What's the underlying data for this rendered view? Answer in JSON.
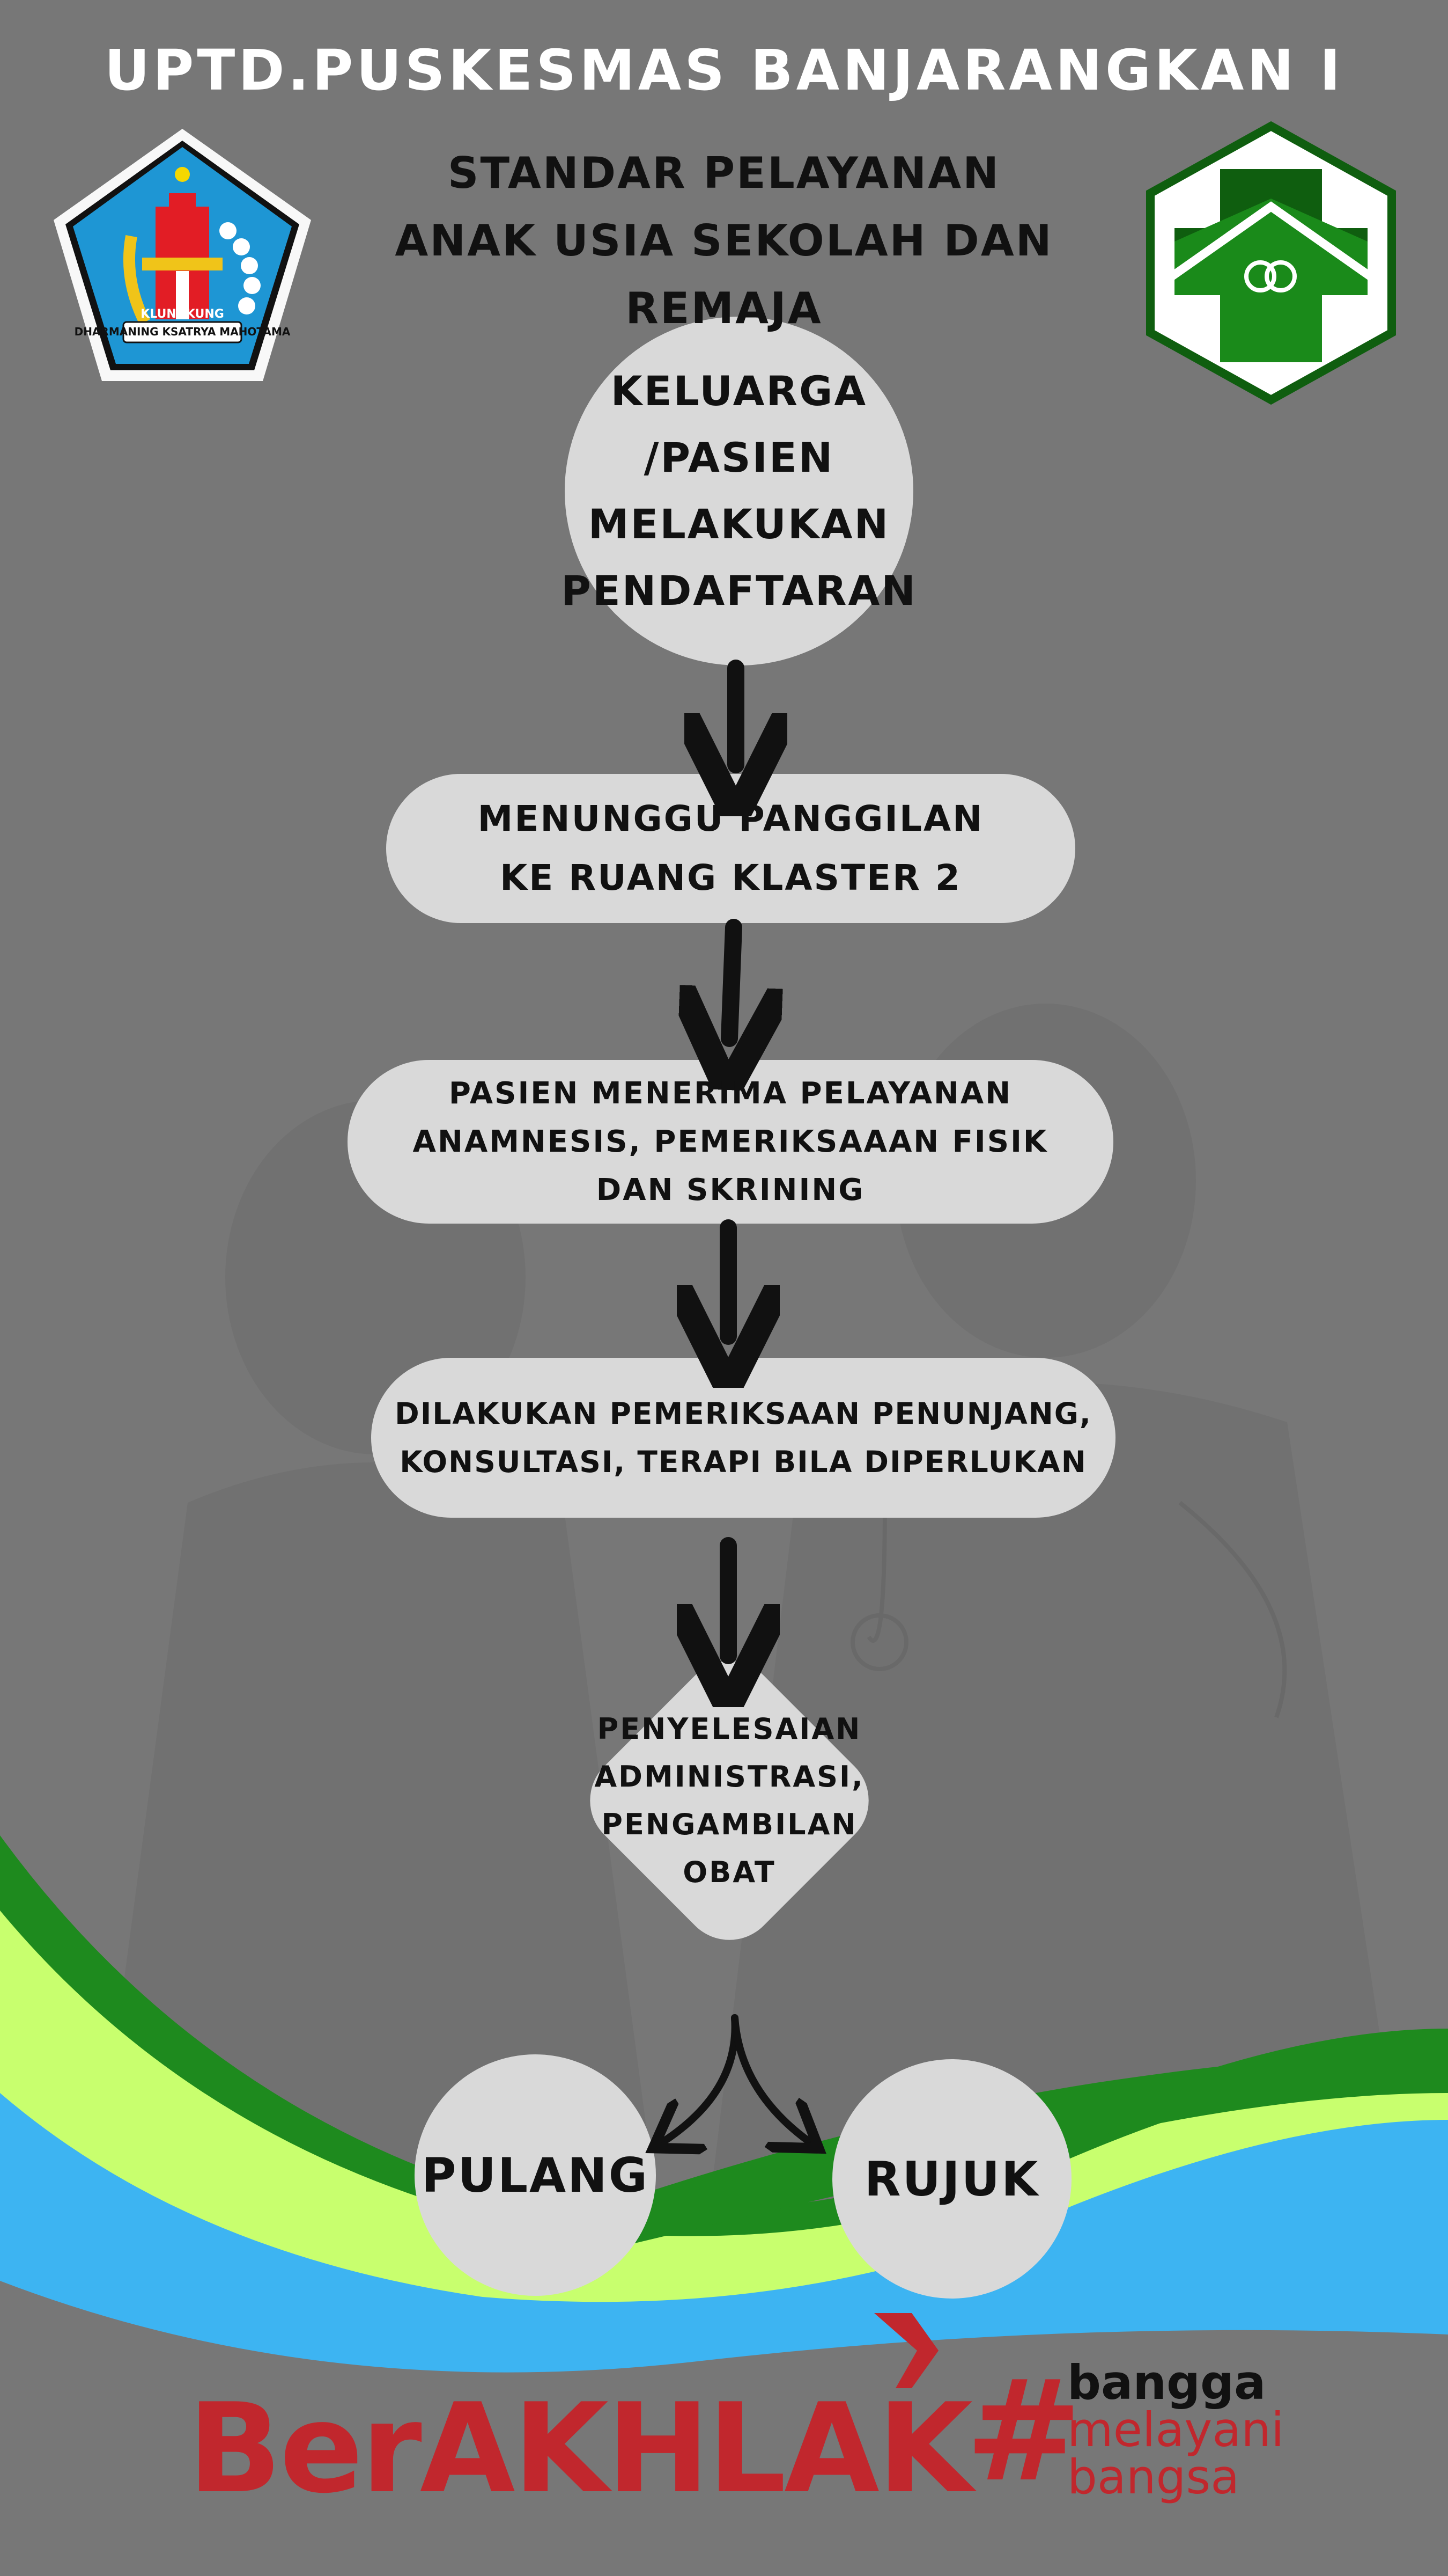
{
  "header": {
    "title": "UPTD.PUSKESMAS BANJARANGKAN I",
    "subtitle_line1": "STANDAR PELAYANAN",
    "subtitle_line2": "ANAK USIA SEKOLAH DAN REMAJA"
  },
  "logos": {
    "left_emblem_text": "KLUNGKUNG",
    "left_emblem_motto": "DHARMANING KSATRYA MAHOTAMA",
    "right_icon": "puskesmas-cross-icon"
  },
  "flow": {
    "step1": [
      "KELUARGA",
      "/PASIEN",
      "MELAKUKAN",
      "PENDAFTARAN"
    ],
    "step2": [
      "MENUNGGU PANGGILAN",
      "KE RUANG KLASTER 2"
    ],
    "step3": [
      "PASIEN MENERIMA PELAYANAN",
      "ANAMNESIS, PEMERIKSAAAN FISIK",
      "DAN SKRINING"
    ],
    "step4": [
      "DILAKUKAN PEMERIKSAAN PENUNJANG,",
      "KONSULTASI, TERAPI BILA DIPERLUKAN"
    ],
    "decision": [
      "PENYELESAIAN",
      "ADMINISTRASI,",
      "PENGAMBILAN",
      "OBAT"
    ],
    "outcome_left": "PULANG",
    "outcome_right": "RUJUK"
  },
  "footer": {
    "berakhlak": "BerAKHLAK",
    "hashtag": "#",
    "slogan1": "bangga",
    "slogan2": "melayani",
    "slogan3": "bangsa"
  },
  "colors": {
    "background": "#777777",
    "node_fill": "#d9d9d9",
    "arrow": "#111111",
    "wave_green_dark": "#1e8a1e",
    "wave_lime": "#c8ff6e",
    "wave_blue": "#3db4f2",
    "brand_red": "#c1272d",
    "cross_green": "#1a8a1a"
  }
}
